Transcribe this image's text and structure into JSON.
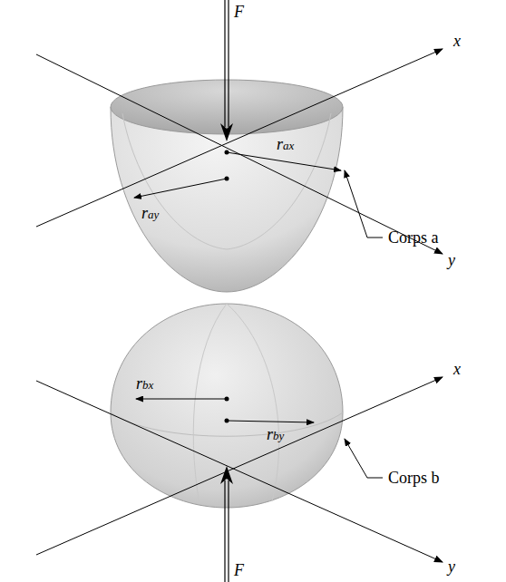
{
  "diagram": {
    "labels": [
      "F",
      "x",
      "rax",
      "ray",
      "Corps a",
      "y",
      "x",
      "rbx",
      "rby",
      "Corps b",
      "y",
      "F"
    ]
  }
}
